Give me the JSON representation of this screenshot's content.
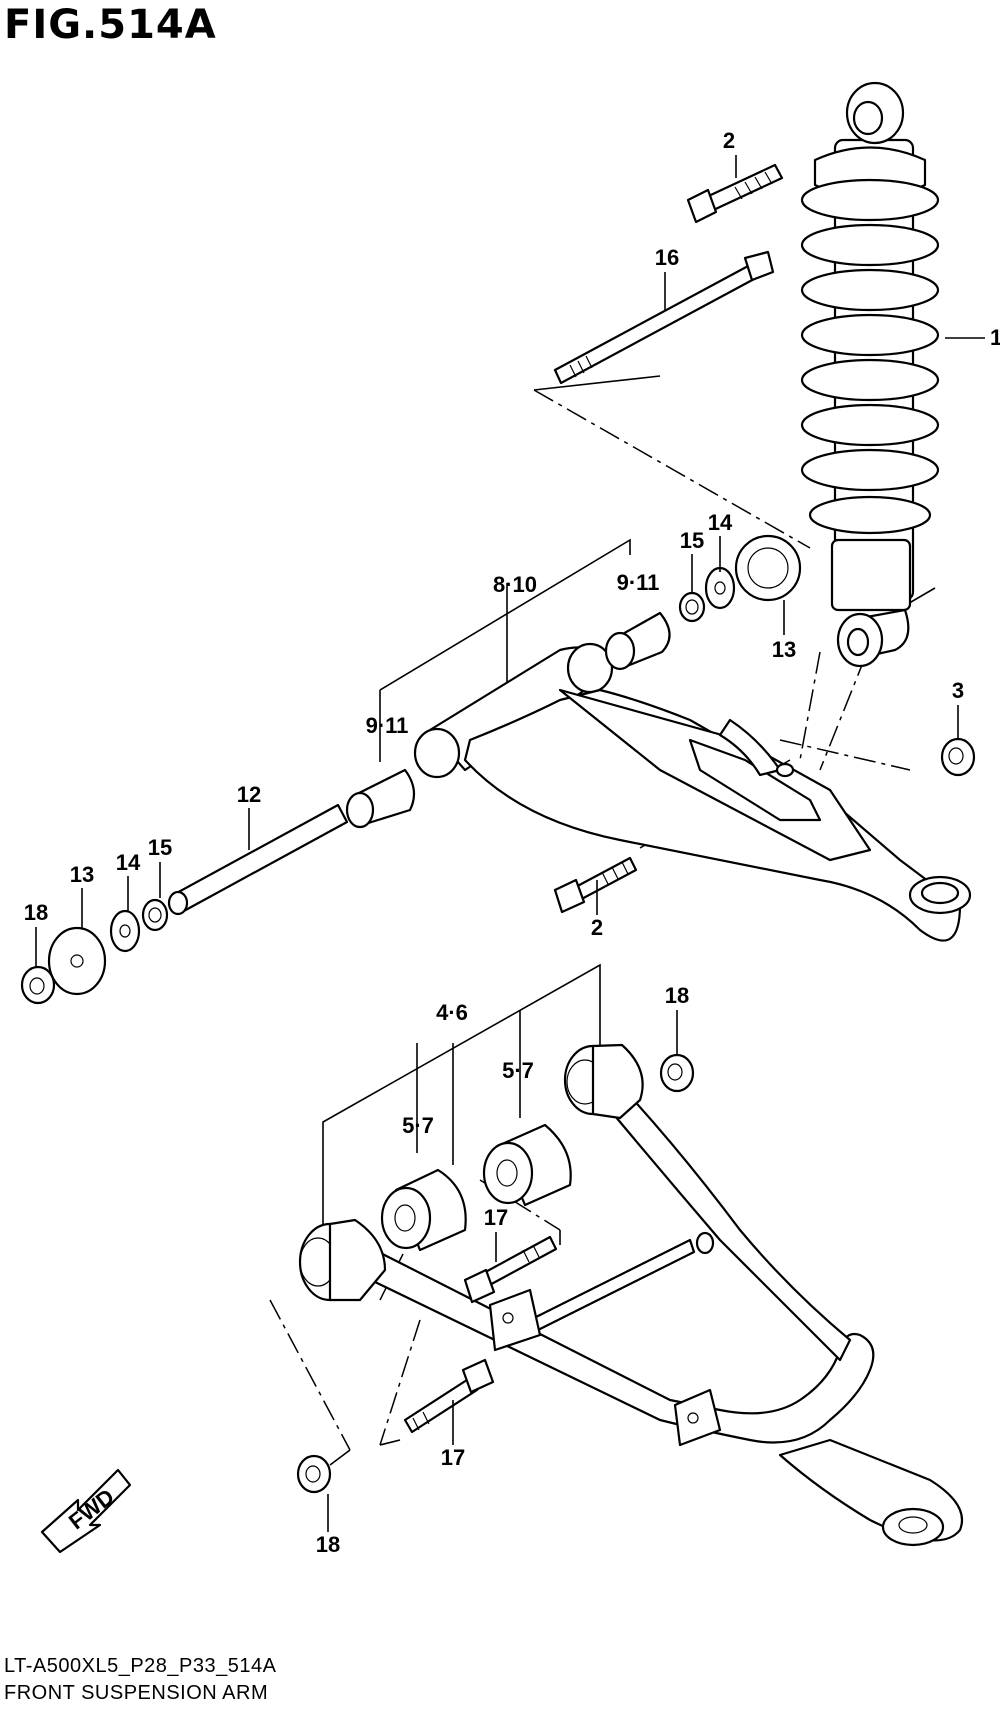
{
  "figure": {
    "title": "FIG.514A",
    "code": "LT-A500XL5_P28_P33_514A",
    "caption": "FRONT SUSPENSION ARM",
    "fwd_label": "FWD"
  },
  "callouts": {
    "shock_absorber": "1",
    "bolt_upper": "2",
    "bolt_lower": "2",
    "nut_3": "3",
    "bushing_4_6": "4·6",
    "bushing_5_7_a": "5·7",
    "bushing_5_7_b": "5·7",
    "upper_arm": "8·10",
    "spacer_9_11_a": "9·11",
    "spacer_9_11_b": "9·11",
    "shaft_12": "12",
    "cap_13_a": "13",
    "cap_13_b": "13",
    "washer_14_a": "14",
    "washer_14_b": "14",
    "washer_15_a": "15",
    "washer_15_b": "15",
    "bolt_16": "16",
    "bolt_17_a": "17",
    "bolt_17_b": "17",
    "nut_18_a": "18",
    "nut_18_b": "18",
    "nut_18_c": "18"
  }
}
